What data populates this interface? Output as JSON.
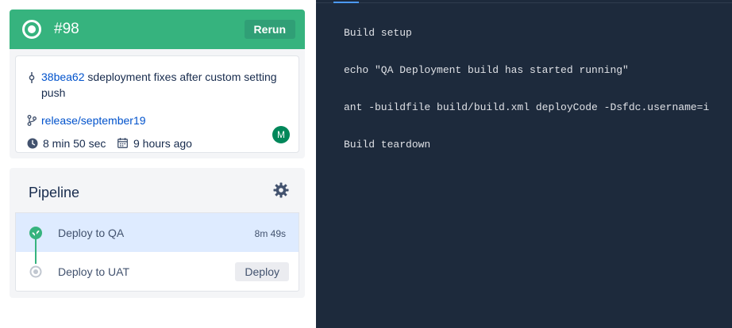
{
  "build": {
    "number": "#98",
    "rerun_label": "Rerun",
    "commit_hash": "38bea62",
    "commit_message": " sdeployment fixes after custom setting push",
    "branch": "release/september19",
    "duration": "8 min 50 sec",
    "time_ago": "9 hours ago",
    "avatar_initial": "M",
    "status_color": "#36b37e"
  },
  "pipeline": {
    "title": "Pipeline",
    "steps": [
      {
        "label": "Deploy to QA",
        "time": "8m 49s",
        "status": "success"
      },
      {
        "label": "Deploy to UAT",
        "action_label": "Deploy",
        "status": "pending"
      }
    ]
  },
  "logs": {
    "lines": [
      "Build setup",
      "echo \"QA Deployment build has started running\"",
      "ant -buildfile build/build.xml deployCode -Dsfdc.username=i",
      "Build teardown"
    ]
  }
}
